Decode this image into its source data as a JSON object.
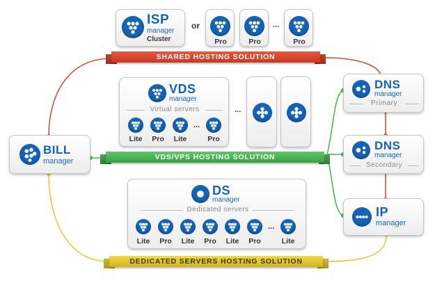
{
  "colors": {
    "brand": "#1463b7",
    "shared": "#d2472e",
    "vds": "#43b04c",
    "dedicated": "#e6c630",
    "dns_link": "#d2472e"
  },
  "icons": {
    "isp": "isp-icon",
    "bill": "bill-icon",
    "vds": "vds-icon",
    "dns": "dns-icon",
    "ip": "ip-icon",
    "ds": "ds-icon"
  },
  "shared": {
    "banner": "SHARED HOSTING SOLUTION",
    "isp": {
      "big": "ISP",
      "small": "manager",
      "caption": "Cluster"
    },
    "or": "or",
    "pro_labels": [
      "Pro",
      "Pro",
      "Pro"
    ],
    "ellipsis": "..."
  },
  "vds": {
    "banner": "VDS/VPS HOSTING SOLUTION",
    "big": "VDS",
    "small": "manager",
    "subtitle": "Virtual servers",
    "nodes": [
      "Lite",
      "Pro",
      "Lite",
      "Pro"
    ],
    "inner_ellipsis": "...",
    "outer_ellipsis": "..."
  },
  "dedicated": {
    "banner": "DEDICATED SERVERS HOSTING SOLUTION",
    "big": "DS",
    "small": "manager",
    "subtitle": "Dedicated servers",
    "nodes": [
      "Lite",
      "Pro",
      "Lite",
      "Pro",
      "Lite",
      "Pro",
      "Lite"
    ],
    "ellipsis": "..."
  },
  "bill": {
    "big": "BILL",
    "small": "manager"
  },
  "dns_primary": {
    "big": "DNS",
    "small": "manager",
    "role": "Primary"
  },
  "dns_secondary": {
    "big": "DNS",
    "small": "manager",
    "role": "Secondary"
  },
  "ip": {
    "big": "IP",
    "small": "manager"
  }
}
